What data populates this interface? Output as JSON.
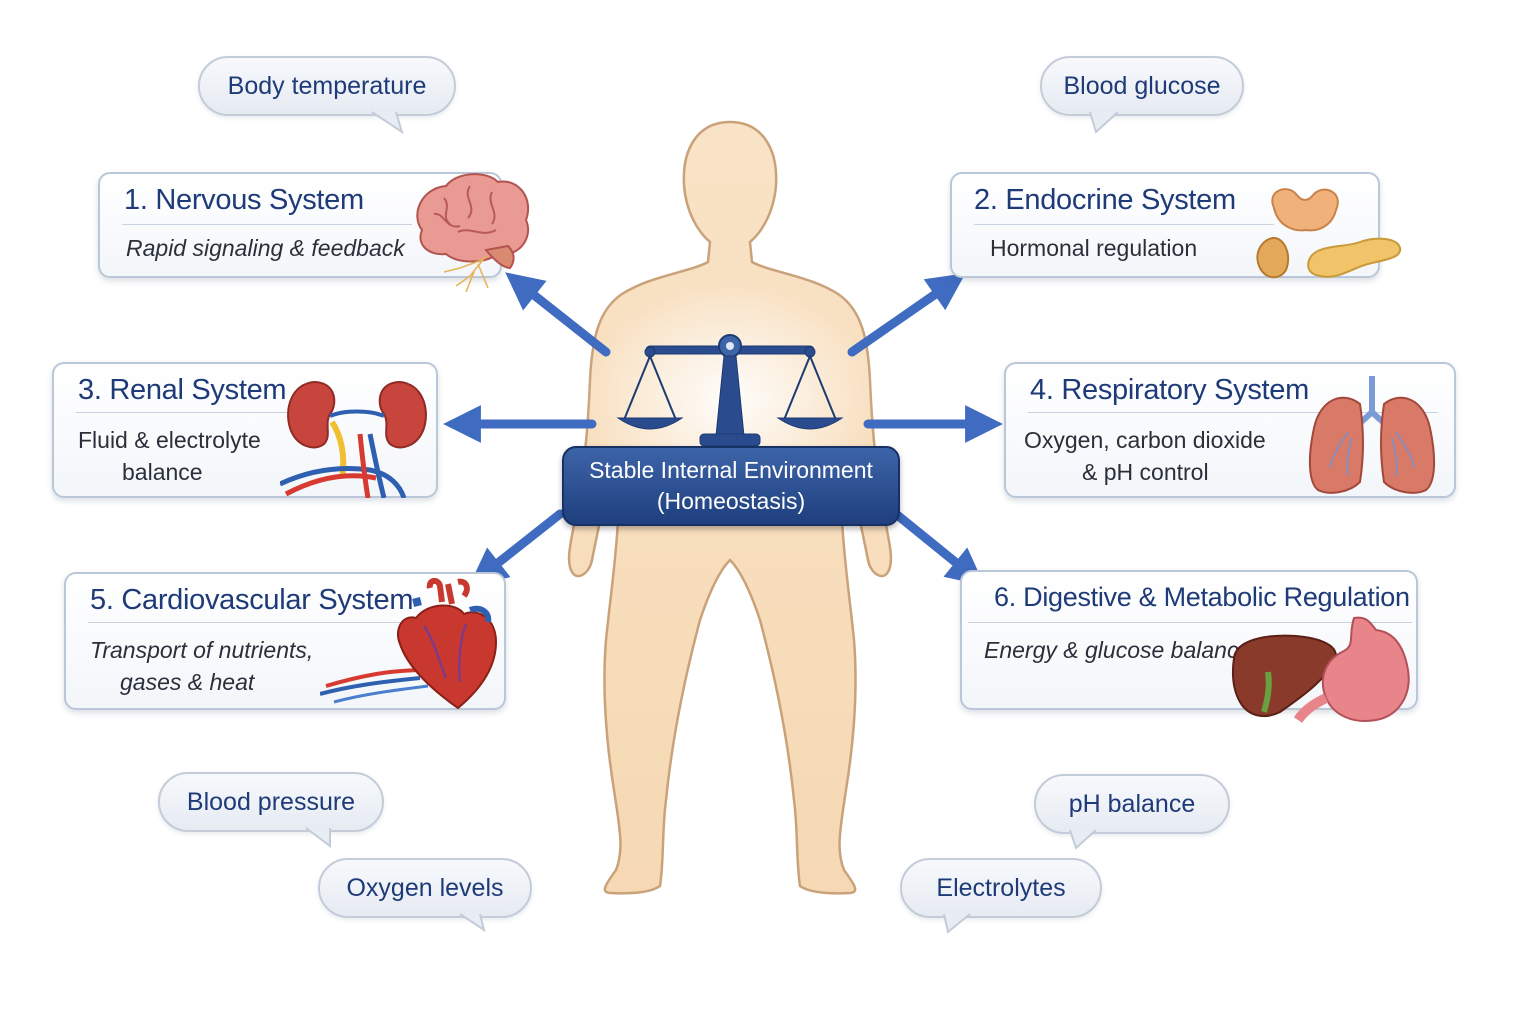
{
  "center": {
    "label_line1": "Stable Internal Environment",
    "label_line2": "(Homeostasis)"
  },
  "systems": [
    {
      "title": "1. Nervous System",
      "desc": [
        "Rapid signaling & feedback"
      ],
      "icon": "brain-icon"
    },
    {
      "title": "2. Endocrine System",
      "desc": [
        "Hormonal regulation"
      ],
      "icon": "thyroid-pancreas-icon"
    },
    {
      "title": "3. Renal System",
      "desc": [
        "Fluid & electrolyte",
        "balance"
      ],
      "icon": "kidney-icon"
    },
    {
      "title": "4. Respiratory System",
      "desc": [
        "Oxygen, carbon dioxide",
        "& pH control"
      ],
      "icon": "lungs-icon"
    },
    {
      "title": "5. Cardiovascular System",
      "desc": [
        "Transport of nutrients,",
        "gases & heat"
      ],
      "icon": "heart-icon"
    },
    {
      "title": "6. Digestive & Metabolic Regulation",
      "desc": [
        "Energy & glucose balance"
      ],
      "icon": "stomach-liver-icon"
    }
  ],
  "variables": [
    "Body temperature",
    "Blood glucose",
    "Blood pressure",
    "Oxygen levels",
    "pH balance",
    "Electrolytes"
  ],
  "colors": {
    "title_blue": "#1e3a78",
    "arrow_blue": "#3f6cc0",
    "skin": "#f8dfbd",
    "banner": "#2a4c8f"
  }
}
